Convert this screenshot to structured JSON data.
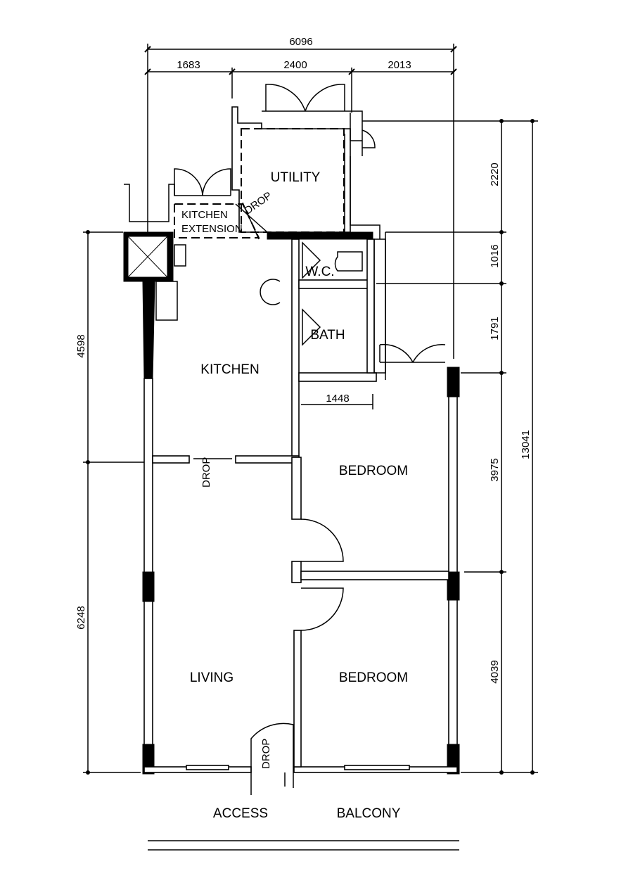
{
  "title": "Floor plan",
  "dimensions": {
    "overall_width": "6096",
    "top_segments": [
      "1683",
      "2400",
      "2013"
    ],
    "right_segments": [
      "2220",
      "1016",
      "1791",
      "3975",
      "4039"
    ],
    "overall_depth": "13041",
    "left_segments": [
      "4598",
      "6248"
    ],
    "bedroom_width": "1448"
  },
  "rooms": {
    "utility": "UTILITY",
    "kitchen_extension_line1": "KITCHEN",
    "kitchen_extension_line2": "EXTENSION",
    "wc": "W.C.",
    "bath": "BATH",
    "kitchen": "KITCHEN",
    "bedroom_1": "BEDROOM",
    "bedroom_2": "BEDROOM",
    "living": "LIVING"
  },
  "annotations": {
    "drop_utility": "DROP",
    "drop_kitchen": "DROP",
    "drop_access": "DROP",
    "access": "ACCESS",
    "balcony": "BALCONY"
  }
}
